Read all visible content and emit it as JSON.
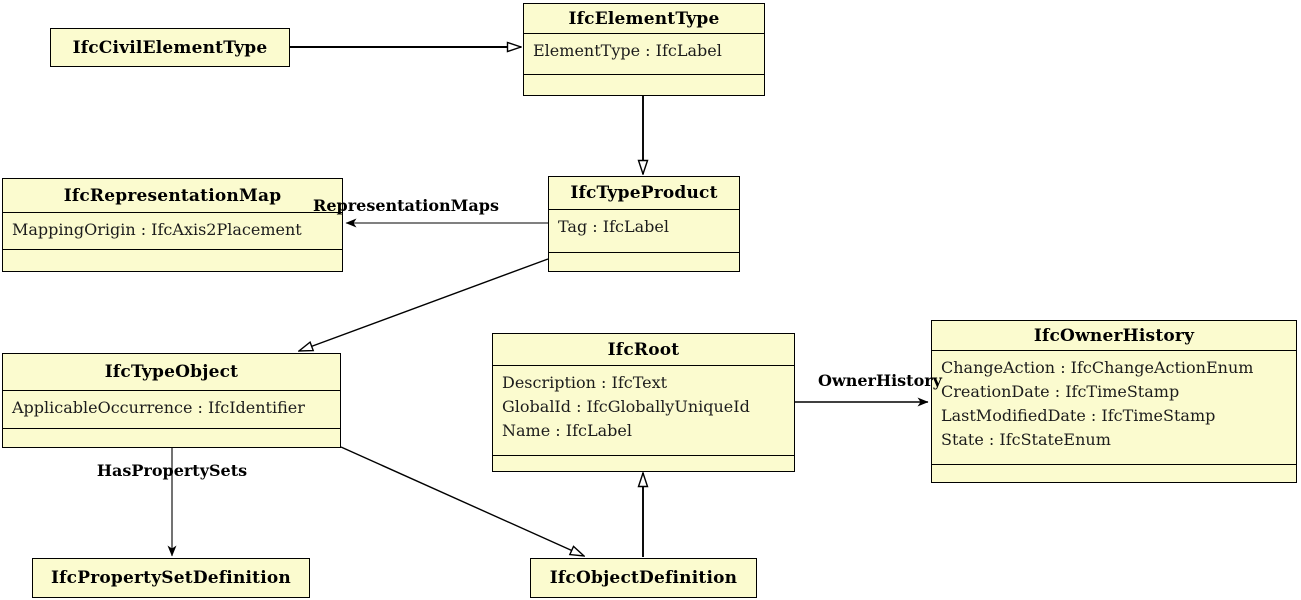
{
  "colors": {
    "box_fill": "#FBFBCF",
    "box_border": "#000000",
    "background": "#FFFFFF"
  },
  "classes": {
    "civil_element_type": {
      "title": "IfcCivilElementType",
      "attributes": []
    },
    "element_type": {
      "title": "IfcElementType",
      "attributes": [
        "ElementType : IfcLabel"
      ]
    },
    "representation_map": {
      "title": "IfcRepresentationMap",
      "attributes": [
        "MappingOrigin : IfcAxis2Placement"
      ]
    },
    "type_product": {
      "title": "IfcTypeProduct",
      "attributes": [
        "Tag : IfcLabel"
      ]
    },
    "type_object": {
      "title": "IfcTypeObject",
      "attributes": [
        "ApplicableOccurrence : IfcIdentifier"
      ]
    },
    "root": {
      "title": "IfcRoot",
      "attributes": [
        "Description : IfcText",
        "GlobalId : IfcGloballyUniqueId",
        "Name : IfcLabel"
      ]
    },
    "owner_history": {
      "title": "IfcOwnerHistory",
      "attributes": [
        "ChangeAction : IfcChangeActionEnum",
        "CreationDate : IfcTimeStamp",
        "LastModifiedDate : IfcTimeStamp",
        "State : IfcStateEnum"
      ]
    },
    "property_set_definition": {
      "title": "IfcPropertySetDefinition",
      "attributes": []
    },
    "object_definition": {
      "title": "IfcObjectDefinition",
      "attributes": []
    }
  },
  "edge_labels": {
    "representation_maps": "RepresentationMaps",
    "has_property_sets": "HasPropertySets",
    "owner_history": "OwnerHistory"
  },
  "relationships": [
    {
      "from": "IfcCivilElementType",
      "to": "IfcElementType",
      "type": "inheritance"
    },
    {
      "from": "IfcElementType",
      "to": "IfcTypeProduct",
      "type": "inheritance"
    },
    {
      "from": "IfcTypeProduct",
      "to": "IfcRepresentationMap",
      "type": "association",
      "label": "RepresentationMaps"
    },
    {
      "from": "IfcTypeProduct",
      "to": "IfcTypeObject",
      "type": "inheritance"
    },
    {
      "from": "IfcTypeObject",
      "to": "IfcPropertySetDefinition",
      "type": "association",
      "label": "HasPropertySets"
    },
    {
      "from": "IfcTypeObject",
      "to": "IfcObjectDefinition",
      "type": "inheritance"
    },
    {
      "from": "IfcObjectDefinition",
      "to": "IfcRoot",
      "type": "inheritance"
    },
    {
      "from": "IfcRoot",
      "to": "IfcOwnerHistory",
      "type": "association",
      "label": "OwnerHistory"
    }
  ]
}
